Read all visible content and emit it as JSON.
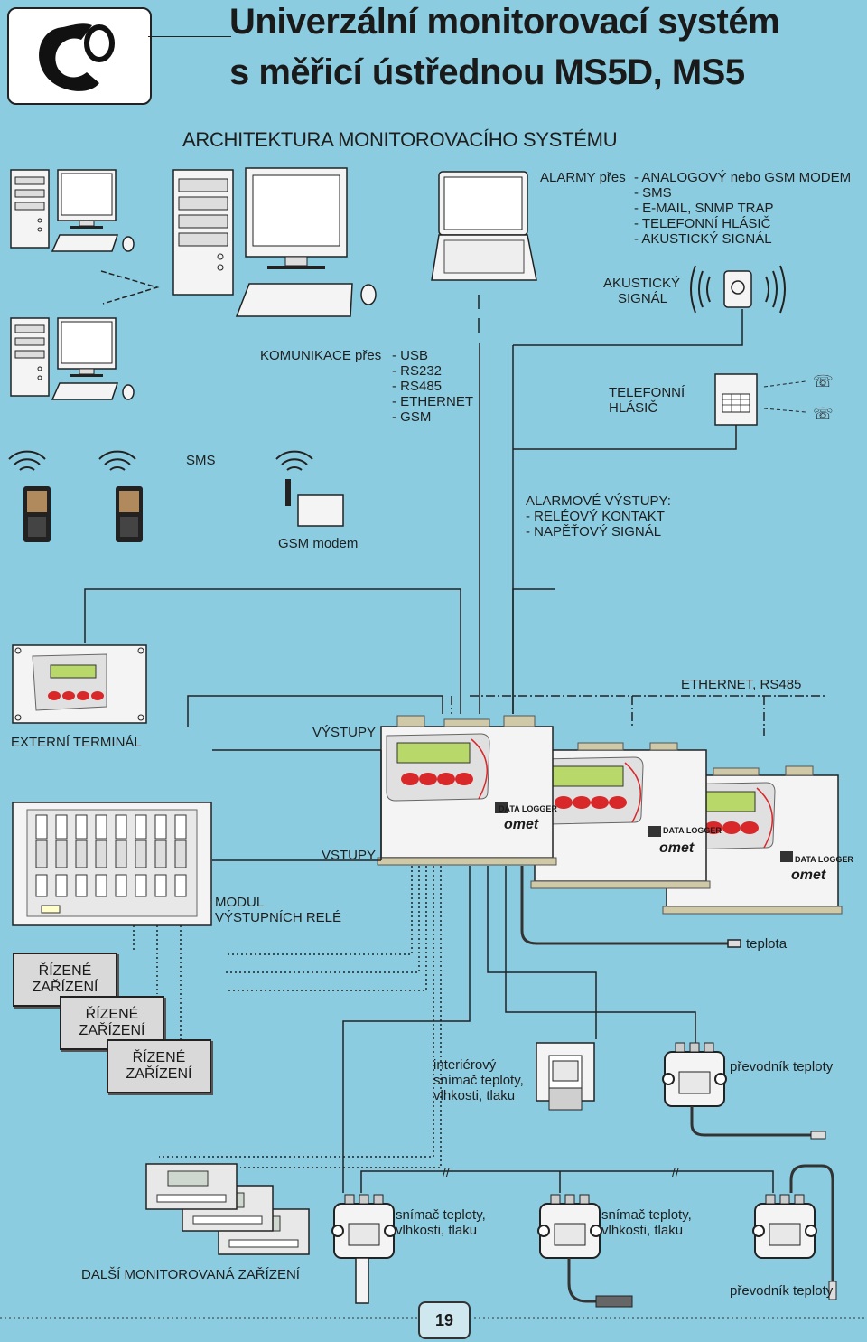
{
  "header": {
    "title_line1": "Univerzální monitorovací systém",
    "title_line2": "s měřicí ústřednou MS5D, MS5",
    "subtitle": "ARCHITEKTURA MONITOROVACÍHO SYSTÉMU"
  },
  "alarms": {
    "label": "ALARMY přes",
    "items": [
      "- ANALOGOVÝ nebo GSM MODEM",
      "- SMS",
      "- E-MAIL, SNMP TRAP",
      "- TELEFONNÍ HLÁSIČ",
      "- AKUSTICKÝ SIGNÁL"
    ]
  },
  "acoustic": {
    "line1": "AKUSTICKÝ",
    "line2": "SIGNÁL"
  },
  "communication": {
    "label": "KOMUNIKACE přes",
    "items": [
      "- USB",
      "- RS232",
      "- RS485",
      "- ETHERNET",
      "- GSM"
    ]
  },
  "phone_alarm": {
    "line1": "TELEFONNÍ",
    "line2": "HLÁSIČ"
  },
  "sms_label": "SMS",
  "gsm_modem_label": "GSM modem",
  "alarm_outputs": {
    "title": "ALARMOVÉ VÝSTUPY:",
    "items": [
      "- RELÉOVÝ KONTAKT",
      "- NAPĚŤOVÝ SIGNÁL"
    ]
  },
  "ethernet_label": "ETHERNET, RS485",
  "external_terminal_label": "EXTERNÍ TERMINÁL",
  "outputs_label": "VÝSTUPY",
  "inputs_label": "VSTUPY",
  "relay_module": {
    "line1": "MODUL",
    "line2": "VÝSTUPNÍCH RELÉ"
  },
  "temperature_label": "teplota",
  "controlled_device": "ŘÍZENÉ\nZAŘÍZENÍ",
  "interior_sensor": {
    "line1": "interiérový",
    "line2": "snímač teploty,",
    "line3": "vlhkosti, tlaku"
  },
  "temp_converter": "převodník teploty",
  "sensor_thp": {
    "line1": "snímač teploty,",
    "line2": "vlhkosti, tlaku"
  },
  "other_devices": "DALŠÍ MONITOROVANÁ ZAŘÍZENÍ",
  "device_brand": {
    "logger": "DATA LOGGER",
    "brand": "omet"
  },
  "page_number": "19",
  "colors": {
    "background": "#8ccce0",
    "device_body": "#f2f2f2",
    "lcd": "#b8d86a",
    "button": "#d8282a",
    "box": "#d9d9d9"
  }
}
